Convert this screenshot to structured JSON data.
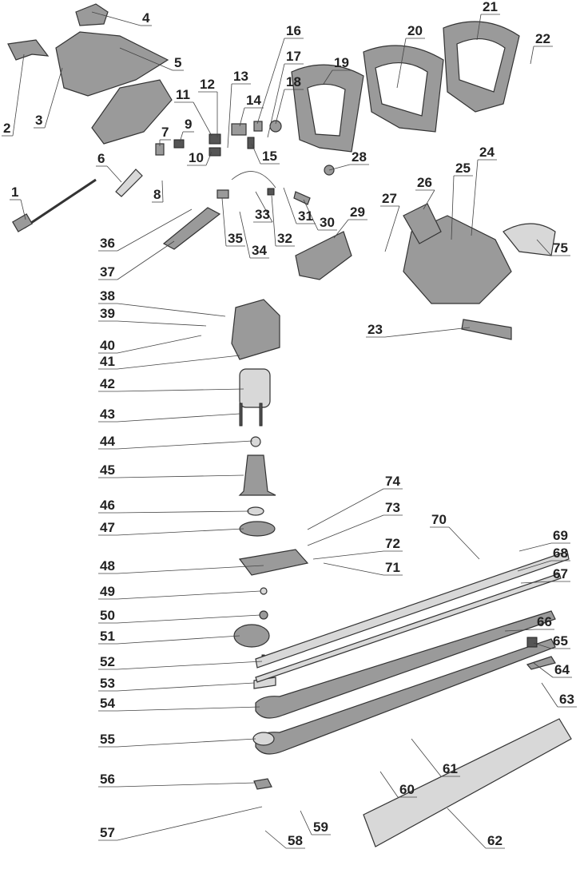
{
  "diagram": {
    "type": "exploded parts diagram",
    "colors": {
      "line": "#444444",
      "part": "#9a9a9a",
      "text": "#222222"
    },
    "part_numbers": [
      "1",
      "2",
      "3",
      "4",
      "5",
      "6",
      "7",
      "8",
      "9",
      "10",
      "11",
      "12",
      "13",
      "14",
      "15",
      "16",
      "17",
      "18",
      "19",
      "20",
      "21",
      "22",
      "23",
      "24",
      "25",
      "26",
      "27",
      "28",
      "29",
      "30",
      "31",
      "32",
      "33",
      "34",
      "35",
      "36",
      "37",
      "38",
      "39",
      "40",
      "41",
      "42",
      "43",
      "44",
      "45",
      "46",
      "47",
      "48",
      "49",
      "50",
      "51",
      "52",
      "53",
      "54",
      "55",
      "56",
      "57",
      "58",
      "59",
      "60",
      "61",
      "62",
      "63",
      "64",
      "65",
      "66",
      "67",
      "68",
      "69",
      "70",
      "71",
      "72",
      "73",
      "74",
      "75"
    ]
  }
}
